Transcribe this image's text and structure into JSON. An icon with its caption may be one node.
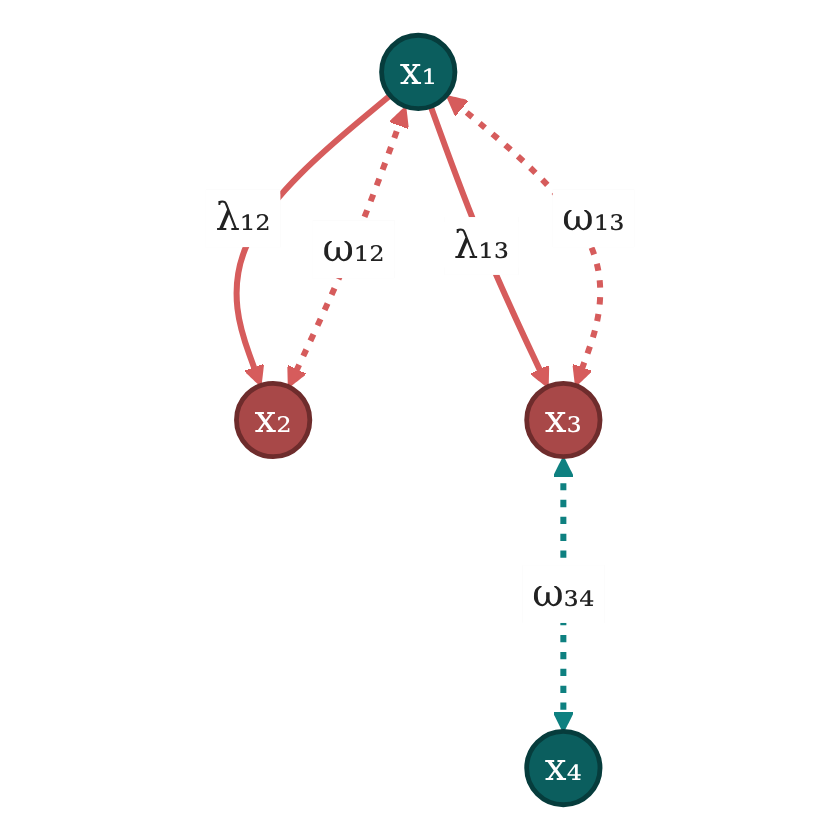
{
  "diagram": {
    "nodes": [
      {
        "text": [
          "x₁"
        ]
      },
      {
        "text": [
          "x₂"
        ]
      },
      {
        "text": [
          "x₃"
        ]
      },
      {
        "text": [
          "x₄"
        ]
      }
    ],
    "edges": [
      {
        "from": 0,
        "to": 1,
        "arrow": "to",
        "label": "λ₁₂"
      },
      {
        "from": 0,
        "to": 2,
        "arrow": "to",
        "label": "λ₁₃"
      },
      {
        "from": 0,
        "to": 1,
        "arrow": "both",
        "label": "ω₁₂",
        "style": "dashed"
      },
      {
        "from": 0,
        "to": 2,
        "arrow": "both",
        "label": "ω₁₃",
        "style": "dashed"
      },
      {
        "from": 2,
        "to": 3,
        "arrow": "both",
        "label": "ω₃₄",
        "style": "dashed",
        "color": "#0e8080"
      }
    ]
  }
}
